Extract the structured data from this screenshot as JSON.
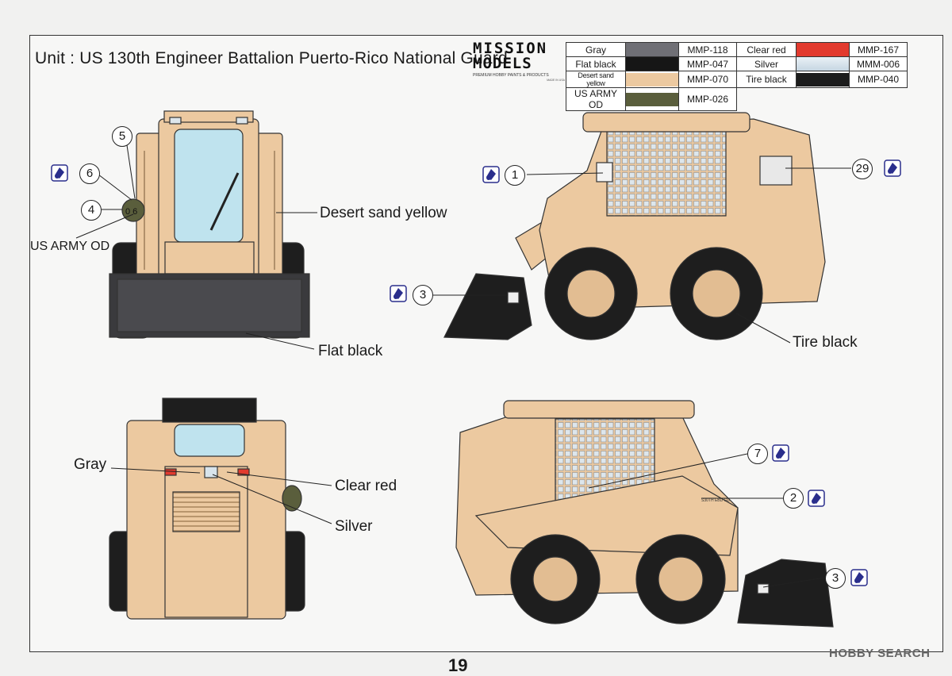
{
  "header": {
    "unit_text": "Unit :  US 130th Engineer Battalion Puerto-Rico National Guard."
  },
  "logo": {
    "line1": "MISSION",
    "line2": "MODELS",
    "tagline": "PREMIUM HOBBY PAINTS & PRODUCTS",
    "small": "MADE IN USA"
  },
  "paint_table": {
    "rows": [
      {
        "name": "Gray",
        "color": "#6f6f75",
        "code": "MMP-118",
        "name2": "Clear red",
        "color2": "#e23a2e",
        "code2": "MMP-167"
      },
      {
        "name": "Flat black",
        "color": "#161616",
        "code": "MMP-047",
        "name2": "Silver",
        "color2": "#d8e4ec",
        "code2": "MMM-006"
      },
      {
        "name": "Desert sand yellow",
        "color": "#ecc9a0",
        "code": "MMP-070",
        "name2": "Tire black",
        "color2": "#1c1c1c",
        "code2": "MMP-040"
      },
      {
        "name": "US ARMY OD",
        "color": "#5a5e3c",
        "code": "MMP-026",
        "name2": "",
        "color2": "",
        "code2": ""
      }
    ]
  },
  "colors": {
    "sand": "#ecc9a0",
    "sand_dark": "#c9a47a",
    "tire": "#1e1e1e",
    "glass": "#bfe3ee",
    "od": "#5a5e3c",
    "decal_icon": "#2a2e8c"
  },
  "labels": {
    "desert_sand_yellow": "Desert sand yellow",
    "us_army_od": "US ARMY OD",
    "flat_black": "Flat black",
    "tire_black": "Tire black",
    "gray": "Gray",
    "clear_red": "Clear red",
    "silver": "Silver"
  },
  "callouts": {
    "c5": "5",
    "c6": "6",
    "c4": "4",
    "c1": "1",
    "c29": "29",
    "c3a": "3",
    "c7": "7",
    "c2": "2",
    "c3b": "3"
  },
  "decal_text": {
    "od_marking": "0 6",
    "side_plate": "S30TH EBD GD"
  },
  "footer": {
    "page_number": "19",
    "watermark": "HOBBY SEARCH"
  }
}
